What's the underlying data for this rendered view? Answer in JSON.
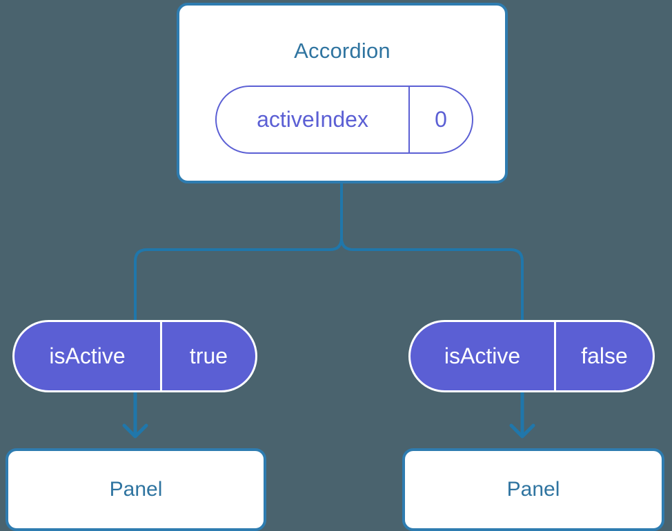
{
  "diagram": {
    "title_node": {
      "label": "Accordion",
      "state_pill": {
        "key": "activeIndex",
        "value": "0"
      }
    },
    "branches": [
      {
        "state_pill": {
          "key": "isActive",
          "value": "true"
        },
        "child": {
          "label": "Panel"
        }
      },
      {
        "state_pill": {
          "key": "isActive",
          "value": "false"
        },
        "child": {
          "label": "Panel"
        }
      }
    ],
    "colors": {
      "background": "#4a636e",
      "card_border": "#2e7cb0",
      "card_fill": "#ffffff",
      "title_text": "#2f74a0",
      "pill_accent": "#5b5fd4",
      "pill_filled_text": "#ffffff",
      "connector": "#2077ab"
    }
  }
}
